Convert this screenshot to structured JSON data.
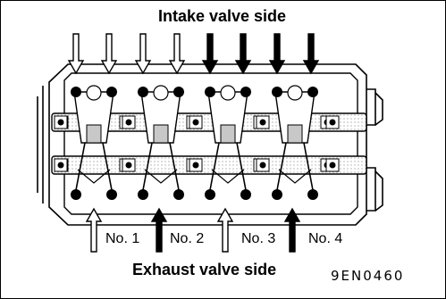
{
  "labels": {
    "top": "Intake valve side",
    "bottom": "Exhaust valve side",
    "code": "9EN0460",
    "cylinders": [
      "No. 1",
      "No. 2",
      "No. 3",
      "No. 4"
    ]
  },
  "arrows": {
    "intake": [
      "open",
      "open",
      "open",
      "open",
      "filled",
      "filled",
      "filled",
      "filled"
    ],
    "exhaust": [
      "open",
      "filled",
      "open",
      "filled"
    ]
  },
  "colors": {
    "ink": "#000000",
    "paper": "#ffffff",
    "shade": "#c8c8c8"
  }
}
